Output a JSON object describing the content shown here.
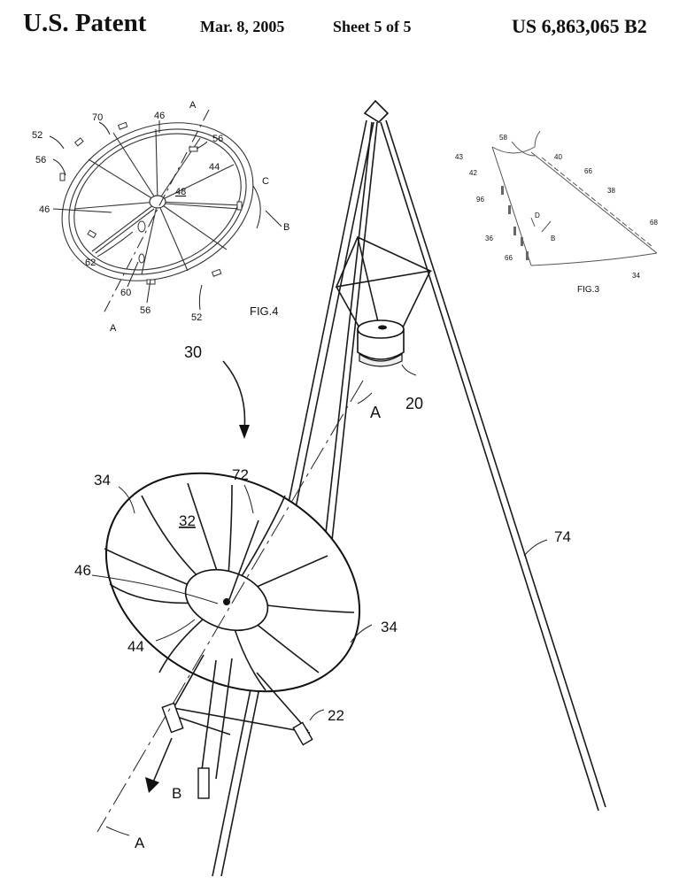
{
  "header": {
    "left": "U.S. Patent",
    "date": "Mar. 8, 2005",
    "sheet": "Sheet 5 of 5",
    "number": "US 6,863,065 B2"
  },
  "fig4": {
    "caption": "FIG.4",
    "labels": {
      "l52a": "52",
      "l56a": "56",
      "l70": "70",
      "l46a": "46",
      "lA1": "A",
      "l56b": "56",
      "l44": "44",
      "l48": "48",
      "l46b": "46",
      "lC": "C",
      "lB": "B",
      "l62": "62",
      "l60": "60",
      "l56c": "56",
      "l52b": "52",
      "lA2": "A"
    }
  },
  "fig3": {
    "caption": "FIG.3",
    "labels": {
      "l58": "58",
      "l43": "43",
      "l40": "40",
      "l42": "42",
      "l66a": "66",
      "l38": "38",
      "l96": "96",
      "lD": "D",
      "lB": "B",
      "l36": "36",
      "l68": "68",
      "l66b": "66",
      "l34": "34"
    }
  },
  "main": {
    "labels": {
      "l30": "30",
      "l20": "20",
      "lA1": "A",
      "l72": "72",
      "l34a": "34",
      "l32": "32",
      "l46": "46",
      "l44": "44",
      "l34b": "34",
      "l74": "74",
      "l22": "22",
      "lB": "B",
      "lA2": "A"
    }
  }
}
